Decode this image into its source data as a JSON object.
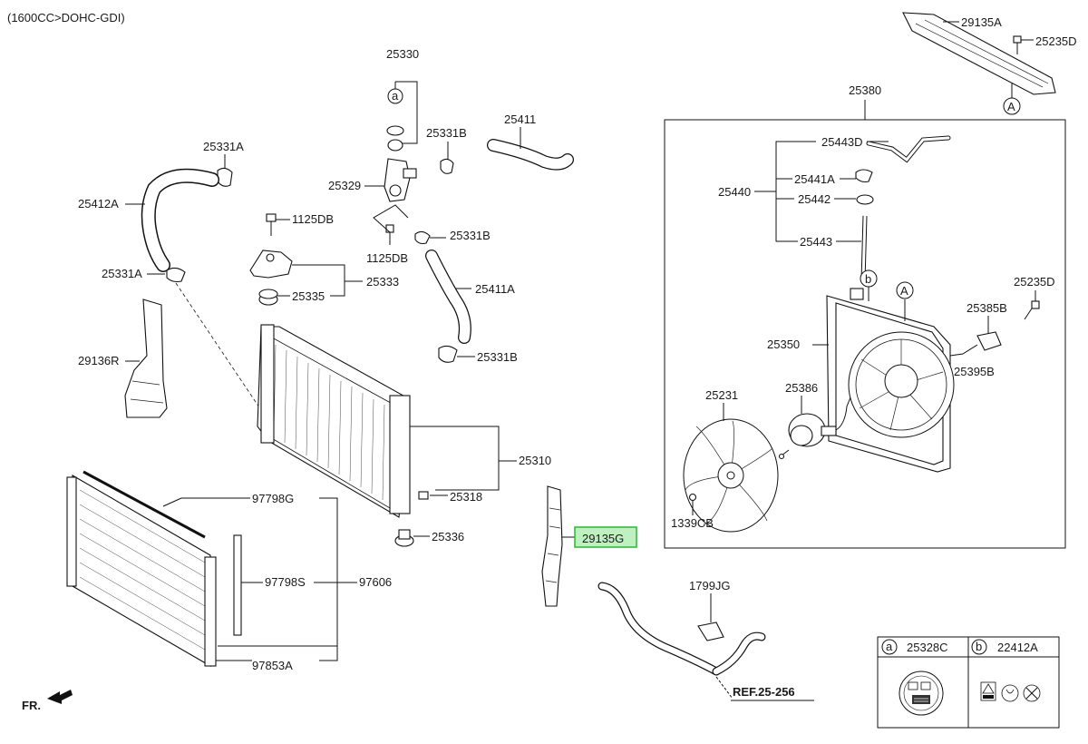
{
  "header": {
    "engine_note": "(1600CC>DOHC-GDI)"
  },
  "front_marker": "FR.",
  "reference": "REF.25-256",
  "highlighted_part": "29135G",
  "highlight_color": "#bff0bf",
  "parts": {
    "p25330": "25330",
    "p25331A_top": "25331A",
    "p25331B_top": "25331B",
    "p25411": "25411",
    "p25329": "25329",
    "p25412A": "25412A",
    "p1125DB_a": "1125DB",
    "p1125DB_b": "1125DB",
    "p25331B_mid": "25331B",
    "p25331A_mid": "25331A",
    "p25411A": "25411A",
    "p25333": "25333",
    "p25335": "25335",
    "p29136R": "29136R",
    "p25331B_low": "25331B",
    "p25310": "25310",
    "p25318": "25318",
    "p25336": "25336",
    "p97798G": "97798G",
    "p97798S": "97798S",
    "p97606": "97606",
    "p97853A": "97853A",
    "p29135G": "29135G",
    "p1799JG": "1799JG",
    "p29135A": "29135A",
    "p25235D_top": "25235D",
    "p25380": "25380",
    "p25443D": "25443D",
    "p25441A": "25441A",
    "p25440": "25440",
    "p25442": "25442",
    "p25443": "25443",
    "p25235D_right": "25235D",
    "p25385B": "25385B",
    "p25350": "25350",
    "p25395B": "25395B",
    "p25231": "25231",
    "p25386": "25386",
    "p1339CB": "1339CB"
  },
  "callouts": {
    "a": "a",
    "b": "b",
    "A": "A"
  },
  "legend": {
    "a_marker": "a",
    "a_part": "25328C",
    "b_marker": "b",
    "b_part": "22412A"
  }
}
